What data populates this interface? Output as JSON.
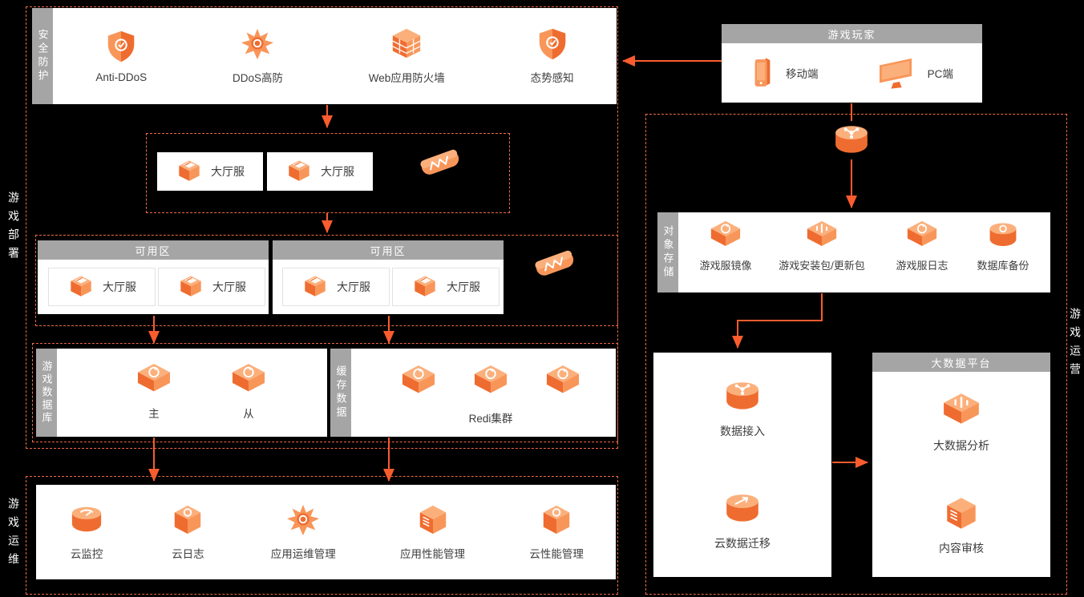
{
  "colors": {
    "accent": "#FA5C2E",
    "panel_gray": "#A5A5A5",
    "background": "#000000",
    "dashed_border": "#ED6A45"
  },
  "rails": {
    "deploy": "游戏部署",
    "maintain": "游戏运维",
    "operate": "游戏运营"
  },
  "security": {
    "tab": "安全防护",
    "items": [
      {
        "label": "Anti-DDoS"
      },
      {
        "label": "DDoS高防"
      },
      {
        "label": "Web应用防火墙"
      },
      {
        "label": "态势感知"
      }
    ]
  },
  "hall": {
    "box1": "大厅服",
    "box2": "大厅服"
  },
  "az1": {
    "header": "可用区",
    "box1": "大厅服",
    "box2": "大厅服"
  },
  "az2": {
    "header": "可用区",
    "box1": "大厅服",
    "box2": "大厅服"
  },
  "db": {
    "tab": "游戏数据库",
    "primary": "主",
    "replica": "从"
  },
  "cache": {
    "tab": "缓存数据",
    "cluster": "Redi集群"
  },
  "ops": {
    "items": [
      {
        "label": "云监控"
      },
      {
        "label": "云日志"
      },
      {
        "label": "应用运维管理"
      },
      {
        "label": "应用性能管理"
      },
      {
        "label": "云性能管理"
      }
    ]
  },
  "players": {
    "header": "游戏玩家",
    "mobile": "移动端",
    "pc": "PC端"
  },
  "storage": {
    "tab": "对象存储",
    "items": [
      {
        "label": "游戏服镜像"
      },
      {
        "label": "游戏安装包/更新包"
      },
      {
        "label": "游戏服日志"
      },
      {
        "label": "数据库备份"
      }
    ]
  },
  "pipeline": {
    "access": "数据接入",
    "migration": "云数据迁移"
  },
  "bigdata": {
    "header": "大数据平台",
    "analysis": "大数据分析",
    "review": "内容审核"
  }
}
